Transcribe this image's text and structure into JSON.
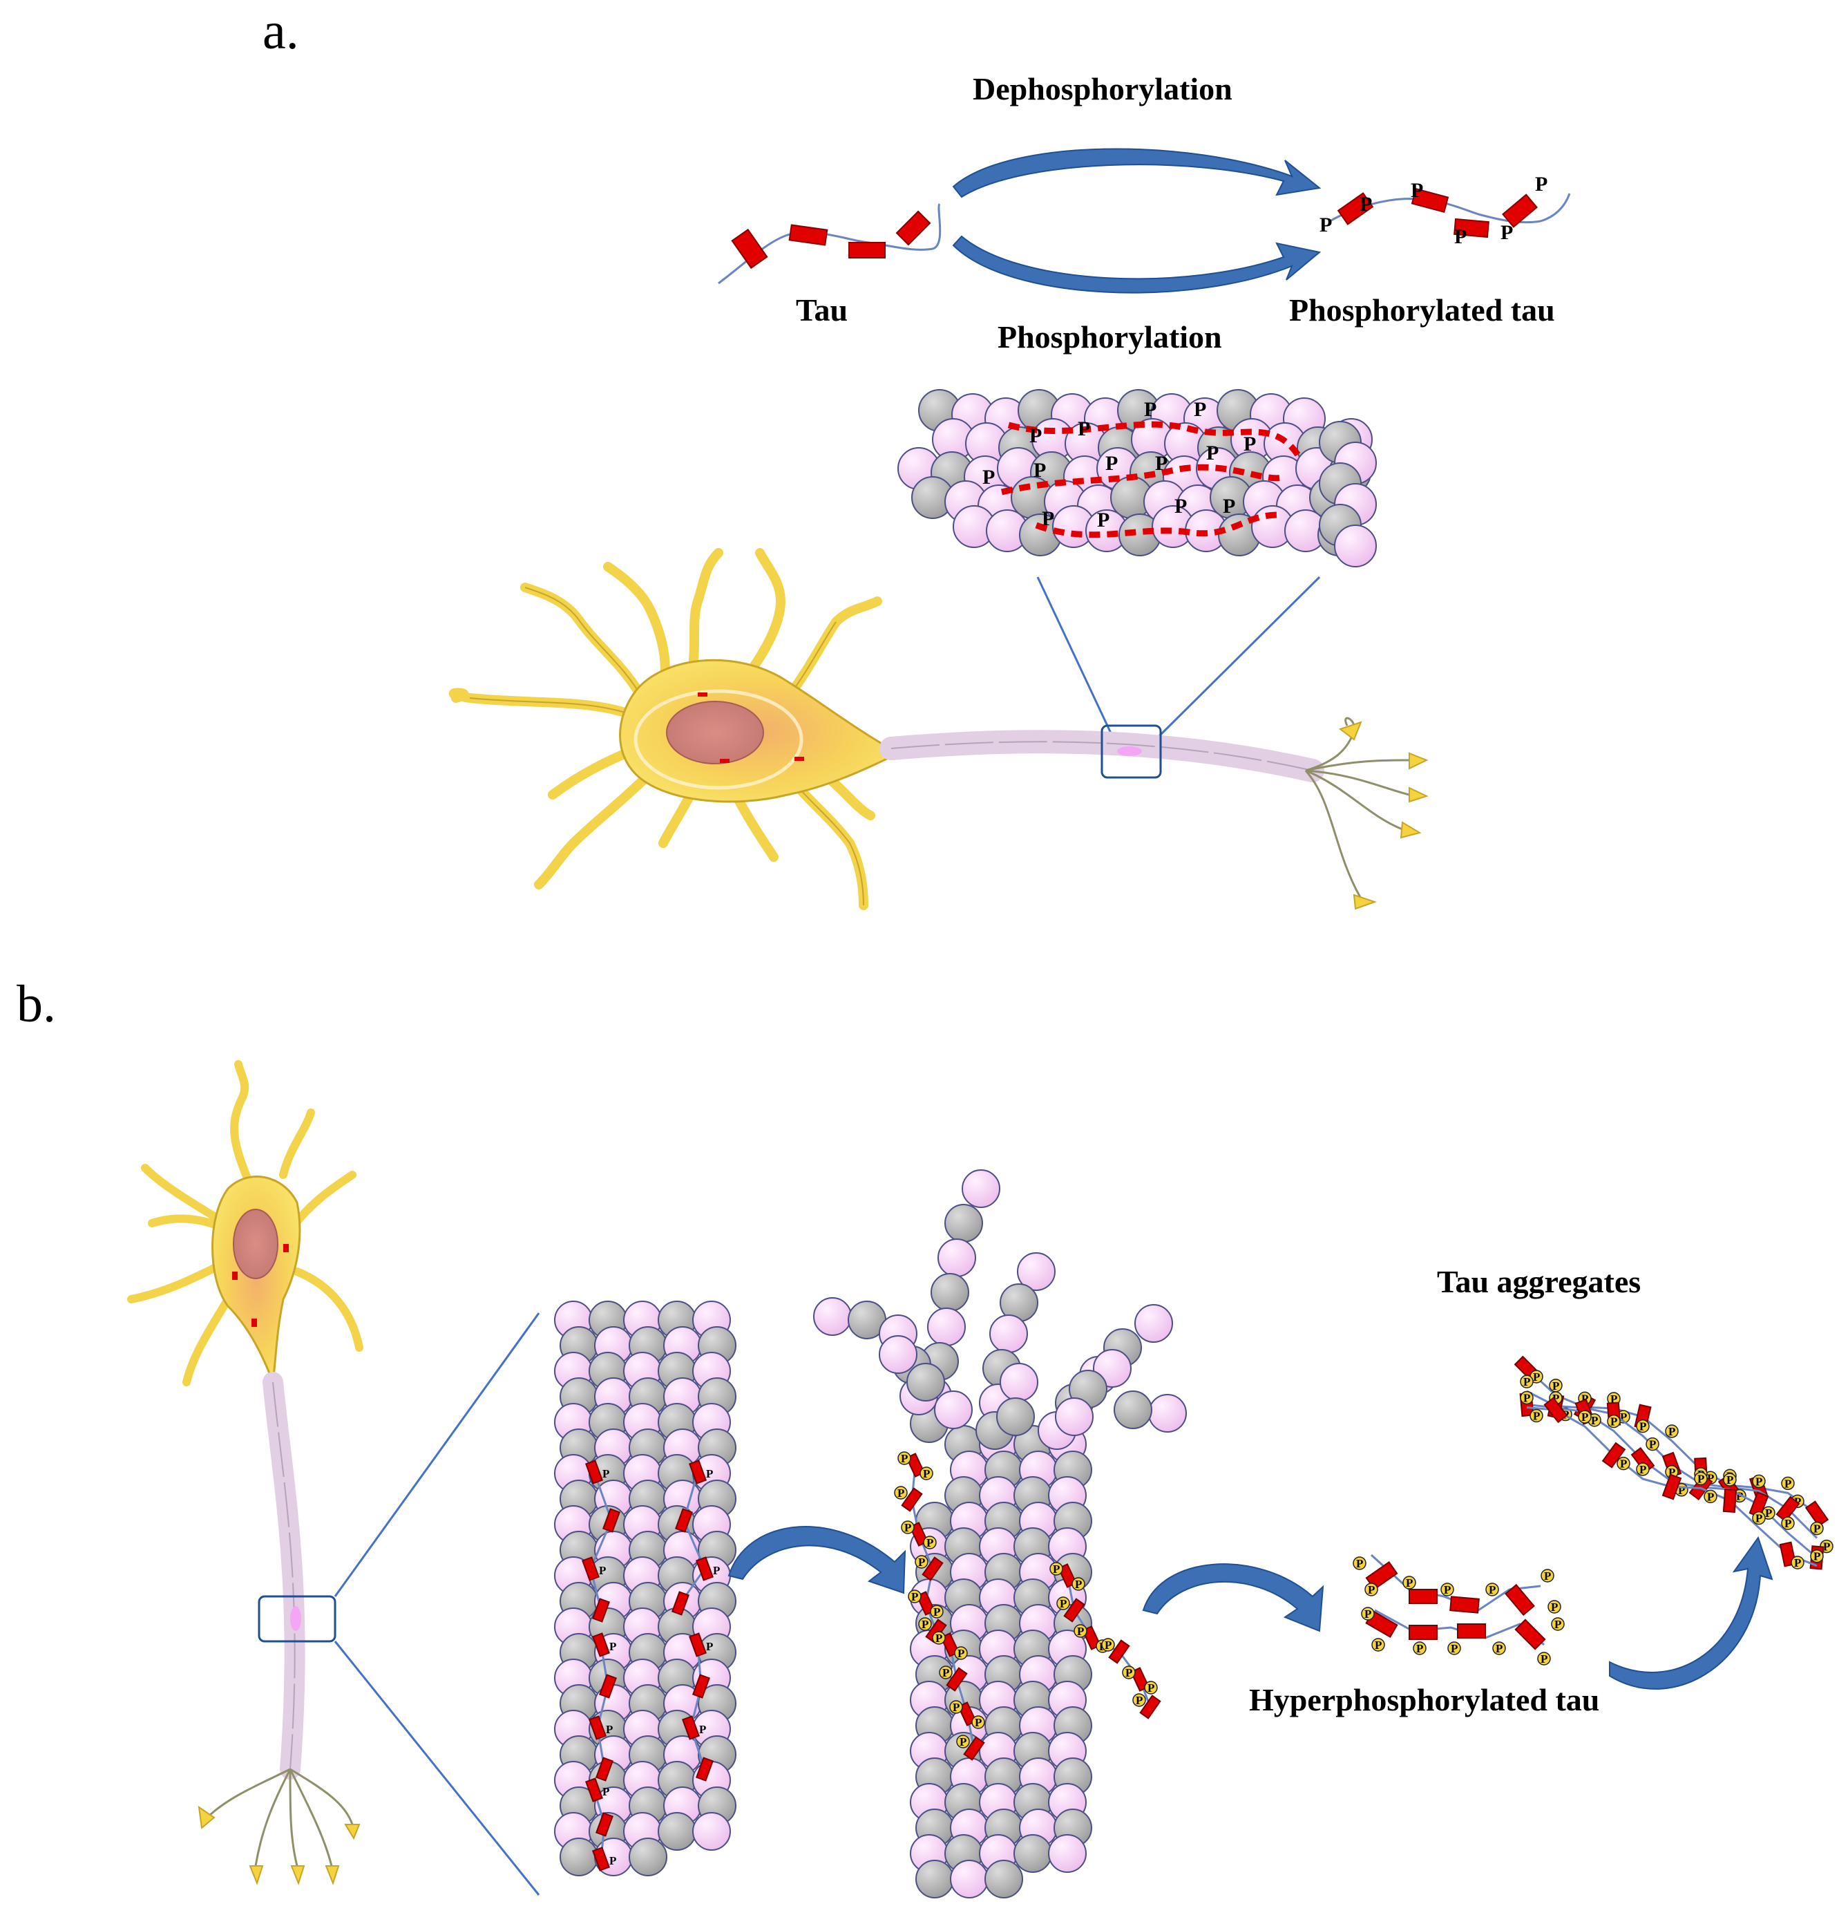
{
  "panels": {
    "a": {
      "label": "a.",
      "cycle": {
        "top_arrow_label": "Dephosphorylation",
        "bottom_arrow_label": "Phosphorylation",
        "left_label": "Tau",
        "right_label": "Phosphorylated tau",
        "phospho_marker": "P"
      }
    },
    "b": {
      "label": "b.",
      "intermediate_label": "Hyperphosphorylated tau",
      "final_label": "Tau aggregates"
    }
  },
  "colors": {
    "tubulin_pink": "#f6cdf5",
    "tubulin_grey": "#b7b7b7",
    "tau_red": "#e00000",
    "arrow_blue": "#3d6fb5",
    "neuron_yellow": "#f7df5a",
    "axon_lilac": "#e6d3e8",
    "zoom_line": "#4472c4"
  }
}
